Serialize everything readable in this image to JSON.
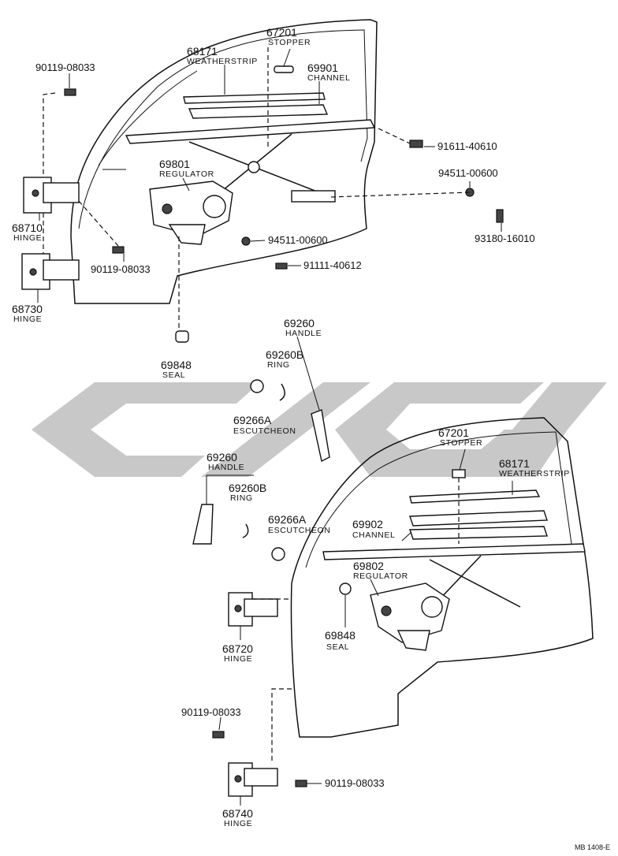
{
  "watermark_color": "#c8c8c8",
  "line_color": "#111111",
  "callouts_front": [
    {
      "num": "67201",
      "name": "STOPPER"
    },
    {
      "num": "68171",
      "name": "WEATHERSTRIP"
    },
    {
      "num": "69901",
      "name": "CHANNEL"
    },
    {
      "num": "69801",
      "name": "REGULATOR"
    },
    {
      "num": "68710",
      "name": "HINGE"
    },
    {
      "num": "68730",
      "name": "HINGE"
    },
    {
      "num": "69848",
      "name": "SEAL"
    }
  ],
  "parts_front": [
    "90119-08033",
    "91611-40610",
    "94511-00600",
    "93180-16010",
    "90119-08033",
    "94511-00600",
    "91111-40612"
  ],
  "callouts_mid": [
    {
      "num": "69260",
      "name": "HANDLE"
    },
    {
      "num": "69260B",
      "name": "RING"
    },
    {
      "num": "69266A",
      "name": "ESCUTCHEON"
    },
    {
      "num": "69260",
      "name": "HANDLE"
    },
    {
      "num": "69260B",
      "name": "RING"
    },
    {
      "num": "69266A",
      "name": "ESCUTCHEON"
    }
  ],
  "callouts_rear": [
    {
      "num": "67201",
      "name": "STOPPER"
    },
    {
      "num": "68171",
      "name": "WEATHERSTRIP"
    },
    {
      "num": "69902",
      "name": "CHANNEL"
    },
    {
      "num": "69802",
      "name": "REGULATOR"
    },
    {
      "num": "69848",
      "name": "SEAL"
    },
    {
      "num": "68720",
      "name": "HINGE"
    },
    {
      "num": "68740",
      "name": "HINGE"
    }
  ],
  "parts_rear": [
    "90119-08033",
    "90119-08033"
  ],
  "footer": "MB  1408-E"
}
